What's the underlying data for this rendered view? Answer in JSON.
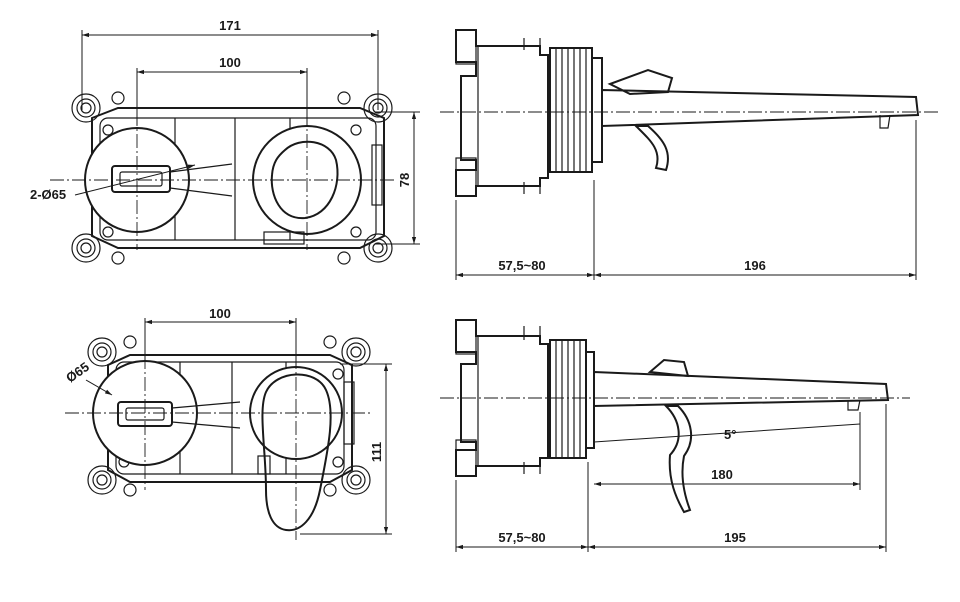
{
  "top_front": {
    "overall_width": "171",
    "center_distance": "100",
    "height": "78",
    "hole_diameter": "2-Ø65"
  },
  "top_side": {
    "depth_range": "57,5~80",
    "spout_reach": "196"
  },
  "bottom_front": {
    "center_distance": "100",
    "hole_diameter": "Ø65",
    "height": "111"
  },
  "bottom_side": {
    "depth_range": "57,5~80",
    "spout_length": "195",
    "spout_offset": "180",
    "angle": "5°"
  }
}
